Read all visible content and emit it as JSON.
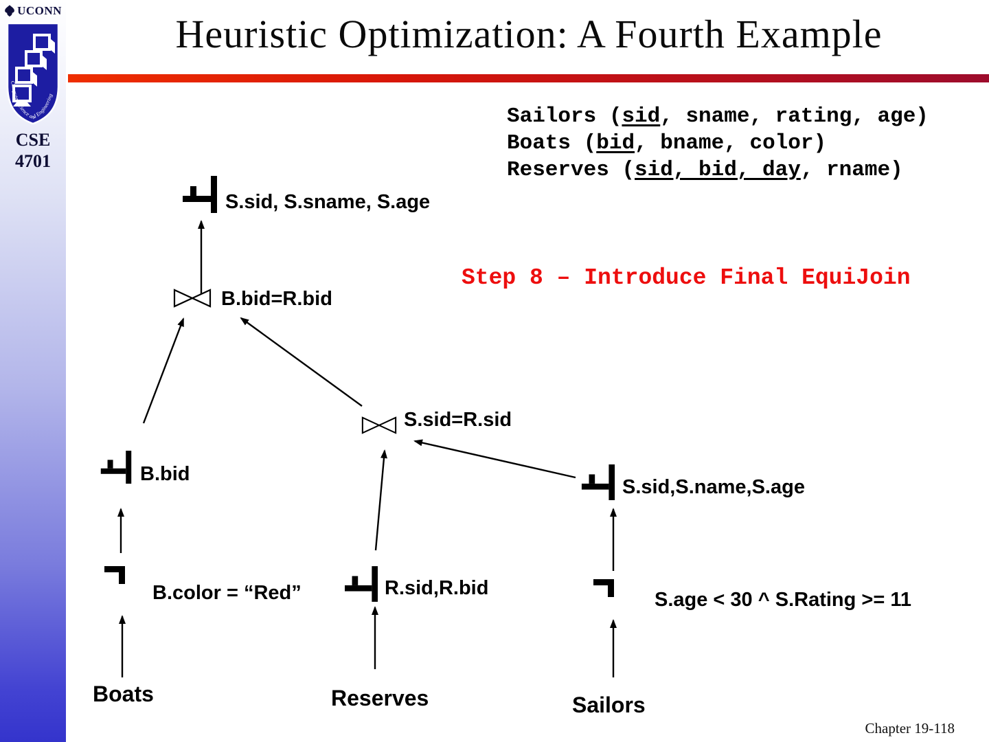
{
  "slide": {
    "title": "Heuristic Optimization: A Fourth Example",
    "chapter": "Chapter 19-118"
  },
  "sidebar": {
    "wordmark": "UCONN",
    "shield_caption": "Computer Science and Engineering",
    "course": {
      "line1": "CSE",
      "line2": "4701"
    }
  },
  "schema": {
    "lines": [
      {
        "pre": "Sailors (",
        "key": "sid",
        "suf": ", sname, rating, age)"
      },
      {
        "pre": "Boats (",
        "key": "bid",
        "suf": ", bname, color)"
      },
      {
        "pre": "Reserves (",
        "key": "sid, bid, day",
        "suf": ", rname)"
      }
    ]
  },
  "annotation": {
    "step": "Step 8 – Introduce Final EquiJoin"
  },
  "tree": {
    "root_projection": "S.sid, S.sname, S.age",
    "join_top": "B.bid=R.bid",
    "join_mid": "S.sid=R.sid",
    "projection_bbid": "B.bid",
    "selection_boats": "B.color = “Red”",
    "projection_reserves": "R.sid,R.bid",
    "projection_sailors": "S.sid,S.name,S.age",
    "selection_sailors": "S.age < 30 ^ S.Rating >= 11",
    "leaves": {
      "boats": "Boats",
      "reserves": "Reserves",
      "sailors": "Sailors"
    }
  },
  "colors": {
    "step_red": "#ed0e0e",
    "title_bar_left": "#ee2e00",
    "title_bar_right": "#9d0c2c",
    "sidebar_blue": "#3434cc",
    "shield_blue": "#1d1da2"
  }
}
